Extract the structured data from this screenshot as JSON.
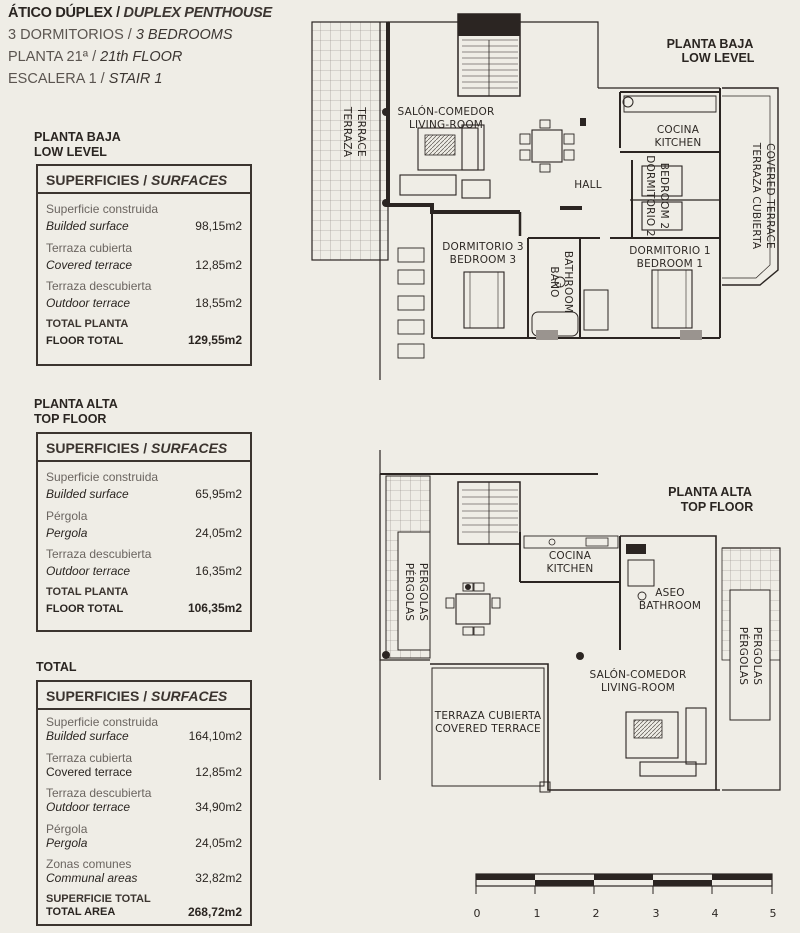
{
  "header": {
    "line1_es": "ÁTICO DÚPLEX /",
    "line1_en": "DUPLEX PENTHOUSE",
    "line2_es": "3 DORMITORIOS /",
    "line2_en": "3 BEDROOMS",
    "line3_es": "PLANTA 21ª /",
    "line3_en": "21th FLOOR",
    "line4_es": "ESCALERA 1 /",
    "line4_en": "STAIR 1"
  },
  "low_section": {
    "title_es": "PLANTA BAJA",
    "title_en": "LOW LEVEL",
    "box_title_es": "SUPERFICIES /",
    "box_title_en": "SURFACES",
    "rows": [
      {
        "es": "Superficie construida",
        "en": "Builded surface",
        "value": "98,15m2"
      },
      {
        "es": "Terraza cubierta",
        "en": "Covered terrace",
        "value": "12,85m2"
      },
      {
        "es": "Terraza descubierta",
        "en": "Outdoor terrace",
        "value": "18,55m2"
      }
    ],
    "total": {
      "es": "TOTAL PLANTA",
      "en": "FLOOR TOTAL",
      "value": "129,55m2"
    }
  },
  "top_section": {
    "title_es": "PLANTA ALTA",
    "title_en": "TOP FLOOR",
    "box_title_es": "SUPERFICIES /",
    "box_title_en": "SURFACES",
    "rows": [
      {
        "es": "Superficie construida",
        "en": "Builded surface",
        "value": "65,95m2"
      },
      {
        "es": "Pérgola",
        "en": "Pergola",
        "value": "24,05m2"
      },
      {
        "es": "Terraza descubierta",
        "en": "Outdoor terrace",
        "value": "16,35m2"
      }
    ],
    "total": {
      "es": "TOTAL PLANTA",
      "en": "FLOOR TOTAL",
      "value": "106,35m2"
    }
  },
  "total_section": {
    "title": "TOTAL",
    "box_title_es": "SUPERFICIES /",
    "box_title_en": "SURFACES",
    "rows": [
      {
        "es": "Superficie construida",
        "en": "Builded surface",
        "value": "164,10m2"
      },
      {
        "es": "Terraza cubierta",
        "en": "Covered terrace",
        "value": "12,85m2"
      },
      {
        "es": "Terraza descubierta",
        "en": "Outdoor terrace",
        "value": "34,90m2"
      },
      {
        "es": "Pérgola",
        "en": "Pergola",
        "value": "24,05m2"
      },
      {
        "es": "Zonas comunes",
        "en": "Communal areas",
        "value": "32,82m2"
      }
    ],
    "total": {
      "es": "SUPERFICIE TOTAL",
      "en": "TOTAL AREA",
      "value": "268,72m2"
    }
  },
  "low_plan": {
    "title_es": "PLANTA BAJA",
    "title_en": "LOW LEVEL",
    "rooms": {
      "terrace_1": "TERRAZA",
      "terrace_2": "TERRACE",
      "living_es": "SALÓN-COMEDOR",
      "living_en": "LIVING-ROOM",
      "hall": "HALL",
      "kitchen_es": "COCINA",
      "kitchen_en": "KITCHEN",
      "bed2_es": "DORMITORIO 2",
      "bed2_en": "BEDROOM 2",
      "covered_es": "TERRAZA CUBIERTA",
      "covered_en": "COVERED TERRACE",
      "bed3_es": "DORMITORIO 3",
      "bed3_en": "BEDROOM 3",
      "bath_es": "BAÑO",
      "bath_en": "BATHROOM",
      "bed1_es": "DORMITORIO 1",
      "bed1_en": "BEDROOM 1"
    }
  },
  "top_plan": {
    "title_es": "PLANTA ALTA",
    "title_en": "TOP FLOOR",
    "rooms": {
      "pergolas_l1": "PÉRGOLAS",
      "pergolas_l2": "PERGOLAS",
      "kitchen_es": "COCINA",
      "kitchen_en": "KITCHEN",
      "aseo_es": "ASEO",
      "aseo_en": "BATHROOM",
      "pergolas_r1": "PÉRGOLAS",
      "pergolas_r2": "PERGOLAS",
      "living_es": "SALÓN-COMEDOR",
      "living_en": "LIVING-ROOM",
      "covered_es": "TERRAZA CUBIERTA",
      "covered_en": "COVERED TERRACE"
    }
  },
  "scale": {
    "labels": [
      "0",
      "1",
      "2",
      "3",
      "4",
      "5"
    ]
  },
  "colors": {
    "wall": "#2b2522",
    "ink": "#2a2521",
    "background": "#efede6",
    "muted": "#6b6560"
  }
}
